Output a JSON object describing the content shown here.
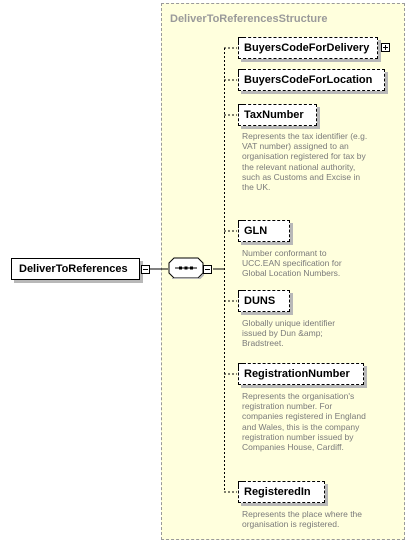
{
  "structure": {
    "title": "DeliverToReferencesStructure"
  },
  "root": {
    "label": "DeliverToReferences"
  },
  "elements": [
    {
      "label": "BuyersCodeForDelivery",
      "description": ""
    },
    {
      "label": "BuyersCodeForLocation",
      "description": ""
    },
    {
      "label": "TaxNumber",
      "description": "Represents the tax identifier (e.g. VAT number) assigned to an organisation registered for tax by the relevant national authority, such as Customs and Excise in the UK."
    },
    {
      "label": "GLN",
      "description": "Number conformant to UCC.EAN specification for Global Location Numbers."
    },
    {
      "label": "DUNS",
      "description": "Globally unique identifier issued by Dun &amp; Bradstreet."
    },
    {
      "label": "RegistrationNumber",
      "description": "Represents the organisation's registration number. For companies registered in England and Wales, this is the company registration number issued by Companies House, Cardiff."
    },
    {
      "label": "RegisteredIn",
      "description": "Represents the place where the organisation is registered."
    }
  ]
}
